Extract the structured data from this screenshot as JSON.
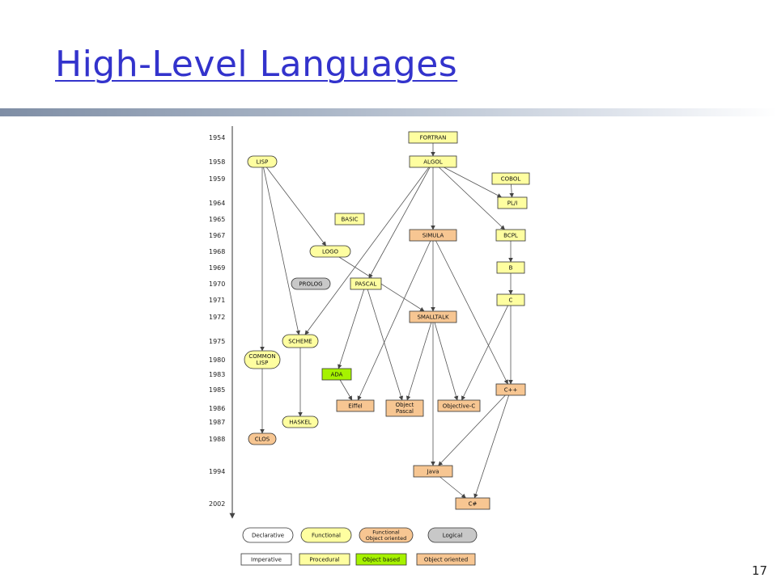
{
  "slide": {
    "title": "High-Level Languages",
    "number": "17"
  },
  "colors": {
    "title_blue": "#3333cc",
    "yellow_fill": "#fefea0",
    "orange_fill": "#f7c692",
    "green_fill": "#a6f200",
    "gray_fill": "#c8c8c8",
    "white_fill": "#ffffff",
    "edge": "#555555"
  },
  "timeline": {
    "years": [
      {
        "label": "1954"
      },
      {
        "label": "1958"
      },
      {
        "label": "1959"
      },
      {
        "label": "1964"
      },
      {
        "label": "1965"
      },
      {
        "label": "1967"
      },
      {
        "label": "1968"
      },
      {
        "label": "1969"
      },
      {
        "label": "1970"
      },
      {
        "label": "1971"
      },
      {
        "label": "1972"
      },
      {
        "label": "1975"
      },
      {
        "label": "1980"
      },
      {
        "label": "1983"
      },
      {
        "label": "1985"
      },
      {
        "label": "1986"
      },
      {
        "label": "1987"
      },
      {
        "label": "1988"
      },
      {
        "label": "1994"
      },
      {
        "label": "2002"
      }
    ]
  },
  "languages": [
    {
      "id": "fortran",
      "label": "FORTRAN",
      "year": "1954",
      "category": "procedural"
    },
    {
      "id": "lisp",
      "label": "LISP",
      "year": "1958",
      "category": "functional"
    },
    {
      "id": "algol",
      "label": "ALGOL",
      "year": "1958",
      "category": "procedural"
    },
    {
      "id": "cobol",
      "label": "COBOL",
      "year": "1959",
      "category": "procedural"
    },
    {
      "id": "pl1",
      "label": "PL/I",
      "year": "1964",
      "category": "procedural"
    },
    {
      "id": "basic",
      "label": "BASIC",
      "year": "1965",
      "category": "procedural"
    },
    {
      "id": "simula",
      "label": "SIMULA",
      "year": "1967",
      "category": "object-oriented"
    },
    {
      "id": "bcpl",
      "label": "BCPL",
      "year": "1967",
      "category": "procedural"
    },
    {
      "id": "logo",
      "label": "LOGO",
      "year": "1968",
      "category": "functional"
    },
    {
      "id": "b",
      "label": "B",
      "year": "1969",
      "category": "procedural"
    },
    {
      "id": "prolog",
      "label": "PROLOG",
      "year": "1970",
      "category": "logical"
    },
    {
      "id": "pascal",
      "label": "PASCAL",
      "year": "1970",
      "category": "procedural"
    },
    {
      "id": "c",
      "label": "C",
      "year": "1971",
      "category": "procedural"
    },
    {
      "id": "smalltalk",
      "label": "SMALLTALK",
      "year": "1972",
      "category": "object-oriented"
    },
    {
      "id": "scheme",
      "label": "SCHEME",
      "year": "1975",
      "category": "functional"
    },
    {
      "id": "commonlisp",
      "label": "COMMON LISP",
      "lines": [
        "COMMON",
        "LISP"
      ],
      "year": "1980",
      "category": "functional"
    },
    {
      "id": "ada",
      "label": "ADA",
      "year": "1983",
      "category": "object-based"
    },
    {
      "id": "cpp",
      "label": "C++",
      "year": "1985",
      "category": "object-oriented"
    },
    {
      "id": "eiffel",
      "label": "Eiffel",
      "year": "1986",
      "category": "object-oriented"
    },
    {
      "id": "objpascal",
      "label": "Object Pascal",
      "lines": [
        "Object",
        "Pascal"
      ],
      "year": "1986",
      "category": "object-oriented"
    },
    {
      "id": "objc",
      "label": "Objective-C",
      "year": "1986",
      "category": "object-oriented"
    },
    {
      "id": "haskel",
      "label": "HASKEL",
      "year": "1987",
      "category": "functional"
    },
    {
      "id": "clos",
      "label": "CLOS",
      "year": "1988",
      "category": "functional-object-oriented"
    },
    {
      "id": "java",
      "label": "Java",
      "year": "1994",
      "category": "object-oriented"
    },
    {
      "id": "csharp",
      "label": "C#",
      "year": "2002",
      "category": "object-oriented"
    }
  ],
  "edges": [
    {
      "from": "fortran",
      "to": "algol"
    },
    {
      "from": "lisp",
      "to": "logo"
    },
    {
      "from": "lisp",
      "to": "scheme"
    },
    {
      "from": "lisp",
      "to": "commonlisp"
    },
    {
      "from": "algol",
      "to": "pl1"
    },
    {
      "from": "algol",
      "to": "bcpl"
    },
    {
      "from": "algol",
      "to": "simula"
    },
    {
      "from": "algol",
      "to": "pascal"
    },
    {
      "from": "algol",
      "to": "scheme"
    },
    {
      "from": "cobol",
      "to": "pl1"
    },
    {
      "from": "bcpl",
      "to": "b"
    },
    {
      "from": "b",
      "to": "c"
    },
    {
      "from": "simula",
      "to": "smalltalk"
    },
    {
      "from": "simula",
      "to": "eiffel"
    },
    {
      "from": "simula",
      "to": "cpp"
    },
    {
      "from": "logo",
      "to": "smalltalk"
    },
    {
      "from": "pascal",
      "to": "ada"
    },
    {
      "from": "pascal",
      "to": "objpascal"
    },
    {
      "from": "smalltalk",
      "to": "objpascal"
    },
    {
      "from": "smalltalk",
      "to": "objc"
    },
    {
      "from": "smalltalk",
      "to": "java"
    },
    {
      "from": "c",
      "to": "cpp"
    },
    {
      "from": "c",
      "to": "objc"
    },
    {
      "from": "ada",
      "to": "eiffel"
    },
    {
      "from": "scheme",
      "to": "haskel"
    },
    {
      "from": "commonlisp",
      "to": "clos"
    },
    {
      "from": "cpp",
      "to": "java"
    },
    {
      "from": "cpp",
      "to": "csharp"
    },
    {
      "from": "java",
      "to": "csharp"
    }
  ],
  "legend": [
    {
      "id": "declarative",
      "label": "Declarative",
      "shape": "rounded",
      "fill": "#ffffff"
    },
    {
      "id": "functional",
      "label": "Functional",
      "shape": "rounded",
      "fill": "#fefea0"
    },
    {
      "id": "functional-object-oriented",
      "label": "Functional Object oriented",
      "lines": [
        "Functional",
        "Object oriented"
      ],
      "shape": "rounded",
      "fill": "#f7c692"
    },
    {
      "id": "logical",
      "label": "Logical",
      "shape": "rounded",
      "fill": "#c8c8c8"
    },
    {
      "id": "imperative",
      "label": "Imperative",
      "shape": "rect",
      "fill": "#ffffff"
    },
    {
      "id": "procedural",
      "label": "Procedural",
      "shape": "rect",
      "fill": "#fefea0"
    },
    {
      "id": "object-based",
      "label": "Object based",
      "shape": "rect",
      "fill": "#a6f200"
    },
    {
      "id": "object-oriented",
      "label": "Object oriented",
      "shape": "rect",
      "fill": "#f7c692"
    }
  ]
}
